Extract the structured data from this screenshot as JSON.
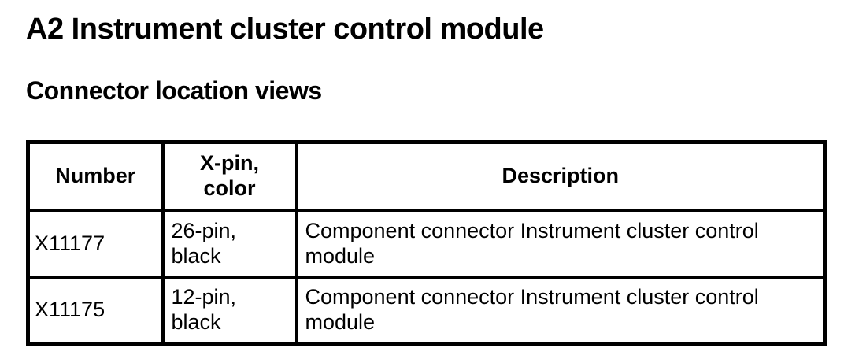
{
  "page": {
    "title": "A2 Instrument cluster control module",
    "subtitle": "Connector location views"
  },
  "connector_table": {
    "columns": {
      "number": "Number",
      "pin_color": "X-pin,\ncolor",
      "description": "Description"
    },
    "rows": [
      {
        "number": "X11177",
        "pin_color": "26-pin,\nblack",
        "description": "Component connector Instrument cluster control module"
      },
      {
        "number": "X11175",
        "pin_color": "12-pin,\nblack",
        "description": "Component connector Instrument cluster control module"
      }
    ]
  },
  "colors": {
    "text": "#000000",
    "background": "#ffffff",
    "table_border": "#000000"
  }
}
